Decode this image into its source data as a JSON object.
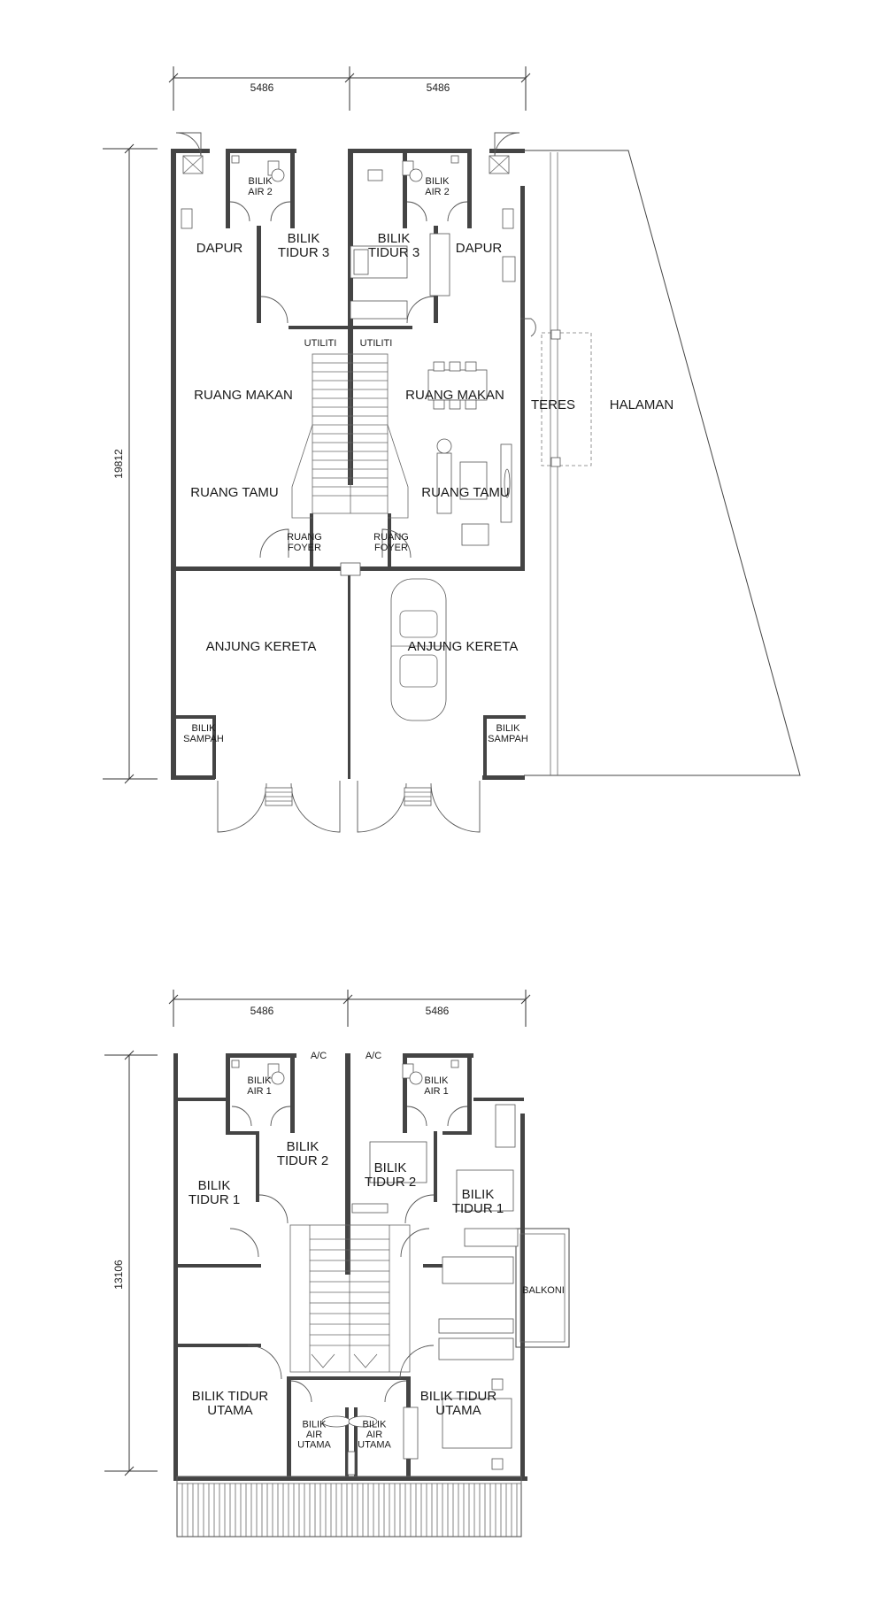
{
  "ground_floor": {
    "dim_widths": [
      "5486",
      "5486"
    ],
    "dim_depth": "19812",
    "rooms": {
      "bilik_air_2_left": "BILIK\nAIR 2",
      "bilik_air_2_right": "BILIK\nAIR 2",
      "dapur_left": "DAPUR",
      "dapur_right": "DAPUR",
      "bilik_tidur_3_left": "BILIK\nTIDUR 3",
      "bilik_tidur_3_right": "BILIK\nTIDUR 3",
      "utiliti_left": "UTILITI",
      "utiliti_right": "UTILITI",
      "ruang_makan_left": "RUANG MAKAN",
      "ruang_makan_right": "RUANG MAKAN",
      "ruang_tamu_left": "RUANG TAMU",
      "ruang_tamu_right": "RUANG TAMU",
      "ruang_foyer_left": "RUANG\nFOYER",
      "ruang_foyer_right": "RUANG\nFOYER",
      "teres": "TERES",
      "halaman": "HALAMAN",
      "anjung_kereta_left": "ANJUNG KERETA",
      "anjung_kereta_right": "ANJUNG KERETA",
      "bilik_sampah_left": "BILIK\nSAMPAH",
      "bilik_sampah_right": "BILIK\nSAMPAH"
    }
  },
  "first_floor": {
    "dim_widths": [
      "5486",
      "5486"
    ],
    "dim_depth": "13106",
    "rooms": {
      "ac_left": "A/C",
      "ac_right": "A/C",
      "bilik_air_1_left": "BILIK\nAIR 1",
      "bilik_air_1_right": "BILIK\nAIR 1",
      "bilik_tidur_2_left": "BILIK\nTIDUR 2",
      "bilik_tidur_2_right": "BILIK\nTIDUR 2",
      "bilik_tidur_1_left": "BILIK\nTIDUR 1",
      "bilik_tidur_1_right": "BILIK\nTIDUR 1",
      "balkoni": "BALKONI",
      "bilik_tidur_utama_left": "BILIK TIDUR\nUTAMA",
      "bilik_tidur_utama_right": "BILIK TIDUR\nUTAMA",
      "bilik_air_utama_left": "BILIK\nAIR\nUTAMA",
      "bilik_air_utama_right": "BILIK\nAIR\nUTAMA"
    }
  }
}
